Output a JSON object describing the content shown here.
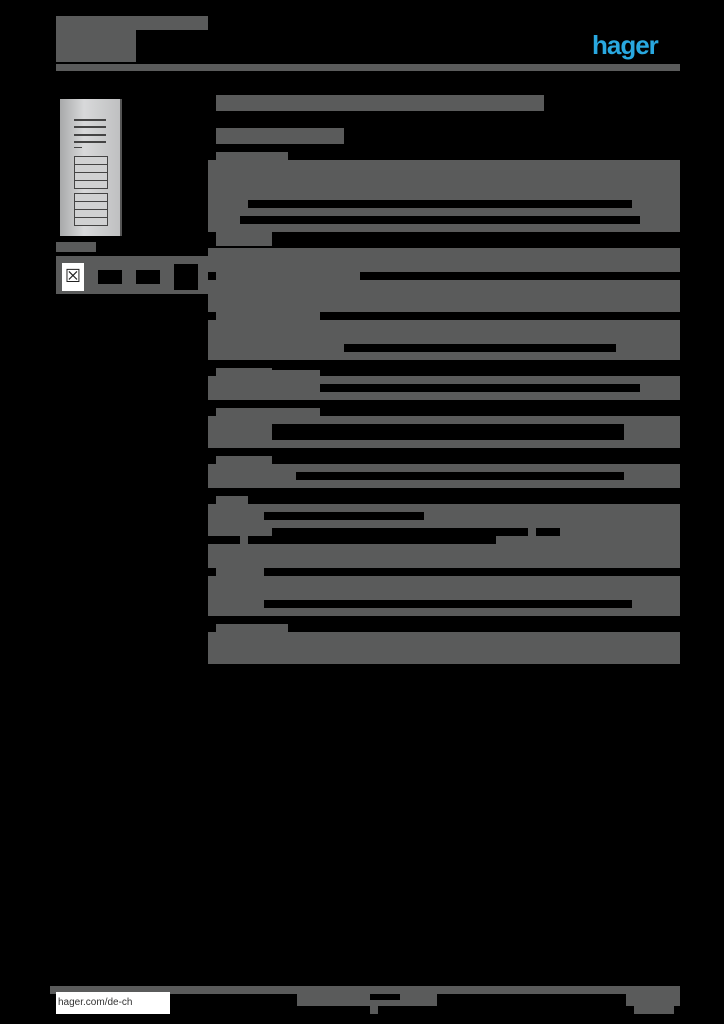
{
  "header": {
    "brand_logo_text": "hager",
    "brand_color": "#29a8e0",
    "title_line1": "",
    "title_line2": ""
  },
  "main": {
    "heading": "",
    "subheading": ""
  },
  "sidebar": {
    "product_image": "product-image",
    "icons": [
      "weee-bin-icon",
      "certification-icon-1",
      "certification-icon-2",
      "certification-icon-3"
    ]
  },
  "footer": {
    "url": "hager.com/de-ch",
    "center_text": "",
    "page_info": ""
  },
  "colors": {
    "block_gray": "#5a5b5b",
    "background": "#000000",
    "accent": "#29a8e0"
  }
}
